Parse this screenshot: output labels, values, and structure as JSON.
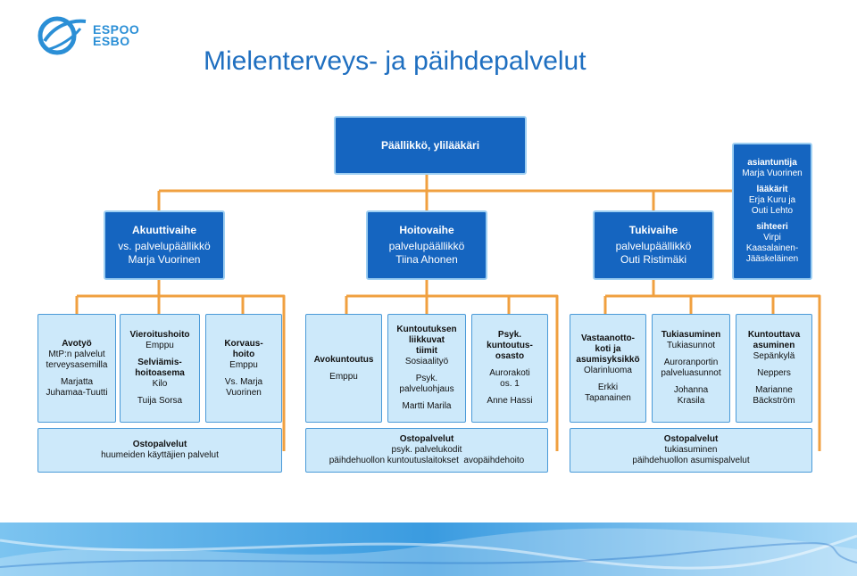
{
  "brand": {
    "name_fi": "ESPOO",
    "name_sv": "ESBO",
    "accent": "#1565c0",
    "light": "#cde9fa",
    "line": "#f0a040"
  },
  "title": "Mielenterveys- ja päihdepalvelut",
  "top": {
    "label": "Päällikkö, ylilääkäri"
  },
  "advisor": {
    "sections": [
      {
        "head": "asiantuntija",
        "lines": [
          "Marja Vuorinen"
        ]
      },
      {
        "head": "lääkärit",
        "lines": [
          "Erja Kuru ja",
          "Outi Lehto"
        ]
      },
      {
        "head": "sihteeri",
        "lines": [
          "Virpi",
          "Kaasalainen-",
          "Jääskeläinen"
        ]
      }
    ]
  },
  "phases": [
    {
      "title": "Akuuttivaihe",
      "lines": [
        "vs. palvelupäällikkö",
        "Marja Vuorinen"
      ]
    },
    {
      "title": "Hoitovaihe",
      "lines": [
        "palvelupäällikkö",
        "Tiina Ahonen"
      ]
    },
    {
      "title": "Tukivaihe",
      "lines": [
        "palvelupäällikkö",
        "Outi Ristimäki"
      ]
    }
  ],
  "units": [
    [
      {
        "lines": [
          {
            "t": "Avotyö",
            "b": true
          },
          {
            "t": "MtP:n palvelut"
          },
          {
            "t": "terveysasemilla"
          },
          {
            "gap": true
          },
          {
            "t": "Marjatta"
          },
          {
            "t": "Juhamaa-Tuutti"
          }
        ]
      },
      {
        "lines": [
          {
            "t": "Vieroitushoito",
            "b": true
          },
          {
            "t": "Emppu"
          },
          {
            "gap": true
          },
          {
            "t": "Selviämis-",
            "b": true
          },
          {
            "t": "hoitoasema",
            "b": true
          },
          {
            "t": "Kilo"
          },
          {
            "gap": true
          },
          {
            "t": "Tuija Sorsa"
          }
        ]
      },
      {
        "lines": [
          {
            "t": "Korvaus-",
            "b": true
          },
          {
            "t": "hoito",
            "b": true
          },
          {
            "t": "Emppu"
          },
          {
            "gap": true
          },
          {
            "t": "Vs. Marja"
          },
          {
            "t": "Vuorinen"
          }
        ]
      }
    ],
    [
      {
        "lines": [
          {
            "t": "Avokuntoutus",
            "b": true
          },
          {
            "gap": true
          },
          {
            "t": "Emppu"
          }
        ]
      },
      {
        "lines": [
          {
            "t": "Kuntoutuksen",
            "b": true
          },
          {
            "t": "liikkuvat",
            "b": true
          },
          {
            "t": "tiimit",
            "b": true
          },
          {
            "t": "Sosiaalityö"
          },
          {
            "gap": true
          },
          {
            "t": "Psyk."
          },
          {
            "t": "palveluohjaus"
          },
          {
            "gap": true
          },
          {
            "t": "Martti Marila"
          }
        ]
      },
      {
        "lines": [
          {
            "t": "Psyk.",
            "b": true
          },
          {
            "t": "kuntoutus-",
            "b": true
          },
          {
            "t": "osasto",
            "b": true
          },
          {
            "gap": true
          },
          {
            "t": "Aurorakoti"
          },
          {
            "t": "os. 1"
          },
          {
            "gap": true
          },
          {
            "t": "Anne Hassi"
          }
        ]
      }
    ],
    [
      {
        "lines": [
          {
            "t": "Vastaanotto-",
            "b": true
          },
          {
            "t": "koti ja",
            "b": true
          },
          {
            "t": "asumisyksikkö",
            "b": true
          },
          {
            "t": "Olarinluoma"
          },
          {
            "gap": true
          },
          {
            "t": "Erkki"
          },
          {
            "t": "Tapanainen"
          }
        ]
      },
      {
        "lines": [
          {
            "t": "Tukiasuminen",
            "b": true
          },
          {
            "t": "Tukiasunnot"
          },
          {
            "gap": true
          },
          {
            "t": "Auroranportin"
          },
          {
            "t": "palveluasunnot"
          },
          {
            "gap": true
          },
          {
            "t": "Johanna"
          },
          {
            "t": "Krasila"
          }
        ]
      },
      {
        "lines": [
          {
            "t": "Kuntouttava",
            "b": true
          },
          {
            "t": "asuminen",
            "b": true
          },
          {
            "t": "Sepänkylä"
          },
          {
            "gap": true
          },
          {
            "t": "Neppers"
          },
          {
            "gap": true
          },
          {
            "t": "Marianne"
          },
          {
            "t": "Bäckström"
          }
        ]
      }
    ]
  ],
  "purchased": [
    {
      "title": "Ostopalvelut",
      "lines": [
        "huumeiden käyttäjien palvelut"
      ]
    },
    {
      "title": "Ostopalvelut",
      "lines": [
        "psyk. palvelukodit",
        "päihdehuollon kuntoutuslaitokset  avopäihdehoito"
      ]
    },
    {
      "title": "Ostopalvelut",
      "lines": [
        "tukiasuminen",
        "päihdehuollon asumispalvelut"
      ]
    }
  ]
}
